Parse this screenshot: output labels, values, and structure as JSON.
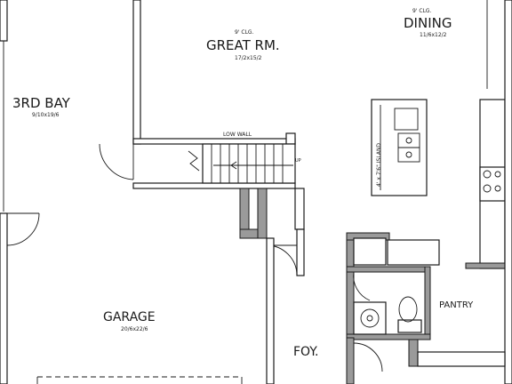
{
  "rooms": {
    "third_bay": {
      "name": "3RD BAY",
      "dims": "9/10x19/6"
    },
    "great_room": {
      "ceiling": "9' CLG.",
      "name": "GREAT RM.",
      "dims": "17/2x15/2"
    },
    "dining": {
      "ceiling": "9' CLG.",
      "name": "DINING",
      "dims": "11/6x12/2"
    },
    "garage": {
      "name": "GARAGE",
      "dims": "20/6x22/6"
    },
    "foyer": {
      "name": "FOY."
    },
    "pantry": {
      "name": "PANTRY"
    }
  },
  "labels": {
    "low_wall": "LOW WALL",
    "island": "4' x 7'6\" ISLAND",
    "stair_up": "UP"
  }
}
